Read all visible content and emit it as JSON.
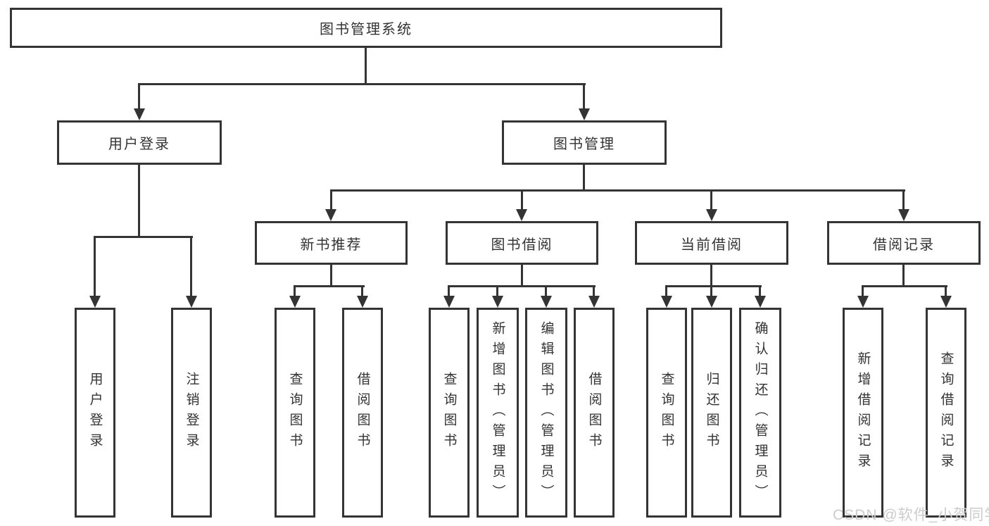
{
  "diagram_title": "图书管理系统",
  "tree": {
    "root": {
      "label": "图书管理系统"
    },
    "level2": [
      {
        "label": "用户登录"
      },
      {
        "label": "图书管理"
      }
    ],
    "level3": [
      {
        "label": "新书推荐"
      },
      {
        "label": "图书借阅"
      },
      {
        "label": "当前借阅"
      },
      {
        "label": "借阅记录"
      }
    ],
    "leaves": [
      {
        "label": "用户登录",
        "parent": "用户登录"
      },
      {
        "label": "注销登录",
        "parent": "用户登录"
      },
      {
        "label": "查询图书",
        "parent": "新书推荐"
      },
      {
        "label": "借阅图书",
        "parent": "新书推荐"
      },
      {
        "label": "查询图书",
        "parent": "图书借阅"
      },
      {
        "label": "新增图书（管理员）",
        "parent": "图书借阅"
      },
      {
        "label": "编辑图书（管理员）",
        "parent": "图书借阅"
      },
      {
        "label": "借阅图书",
        "parent": "图书借阅"
      },
      {
        "label": "查询图书",
        "parent": "当前借阅"
      },
      {
        "label": "归还图书",
        "parent": "当前借阅"
      },
      {
        "label": "确认归还（管理员）",
        "parent": "当前借阅"
      },
      {
        "label": "新增借阅记录",
        "parent": "借阅记录"
      },
      {
        "label": "查询借阅记录",
        "parent": "借阅记录"
      }
    ]
  },
  "watermark": {
    "text": "CSDN @软件_小贺同学"
  },
  "colors": {
    "line": "#343434",
    "text": "#333333",
    "background": "#ffffff",
    "watermark": "#cccccc"
  }
}
